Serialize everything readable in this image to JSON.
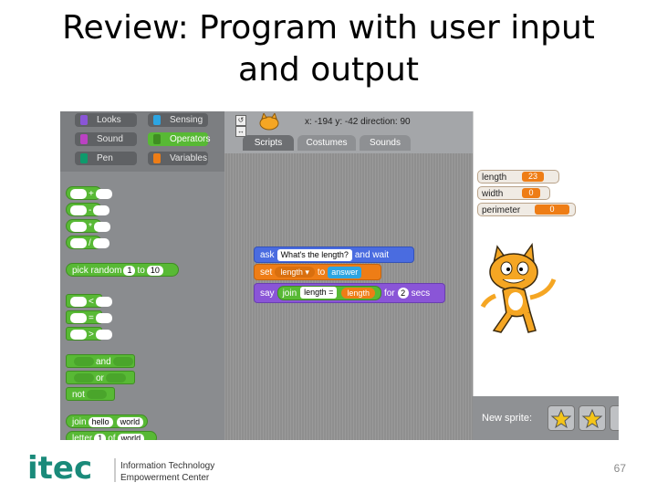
{
  "slide": {
    "title_line1": "Review: Program with user input",
    "title_line2": "and output",
    "page_number": "67"
  },
  "logo": {
    "mark": "itec",
    "line1": "Information Technology",
    "line2": "Empowerment Center"
  },
  "categories": [
    {
      "label": "Looks",
      "color": "#8a55d7"
    },
    {
      "label": "Sensing",
      "color": "#2ca5e2"
    },
    {
      "label": "Sound",
      "color": "#bb42c3"
    },
    {
      "label": "Operators",
      "color": "#58b935"
    },
    {
      "label": "Pen",
      "color": "#0e9a6c"
    },
    {
      "label": "Variables",
      "color": "#ee7d16"
    }
  ],
  "operators": {
    "plus": "+",
    "minus": "-",
    "times": "*",
    "divide": "/",
    "pick_random": "pick random",
    "random_from": "1",
    "random_to_label": "to",
    "random_to": "10",
    "less": "<",
    "equal": "=",
    "greater": ">",
    "and": "and",
    "or": "or",
    "not": "not",
    "join": "join",
    "join_a": "hello",
    "join_b": "world",
    "letter": "letter",
    "letter_n": "1",
    "letter_of": "of",
    "letter_word": "world"
  },
  "sprite_header": {
    "coords": "x: -194  y: -42   direction: 90",
    "tabs": [
      "Scripts",
      "Costumes",
      "Sounds"
    ]
  },
  "script": {
    "ask": "ask",
    "ask_text": "What's the length?",
    "and_wait": "and wait",
    "set": "set",
    "set_var": "length ▾",
    "to": "to",
    "answer": "answer",
    "say": "say",
    "join": "join",
    "join_text": "length =",
    "length": "length",
    "for": "for",
    "secs_value": "2",
    "secs": "secs"
  },
  "variables": [
    {
      "name": "length",
      "value": "23"
    },
    {
      "name": "width",
      "value": "0"
    },
    {
      "name": "perimeter",
      "value": "0"
    }
  ],
  "sprite_bar": {
    "new_sprite": "New sprite:"
  }
}
